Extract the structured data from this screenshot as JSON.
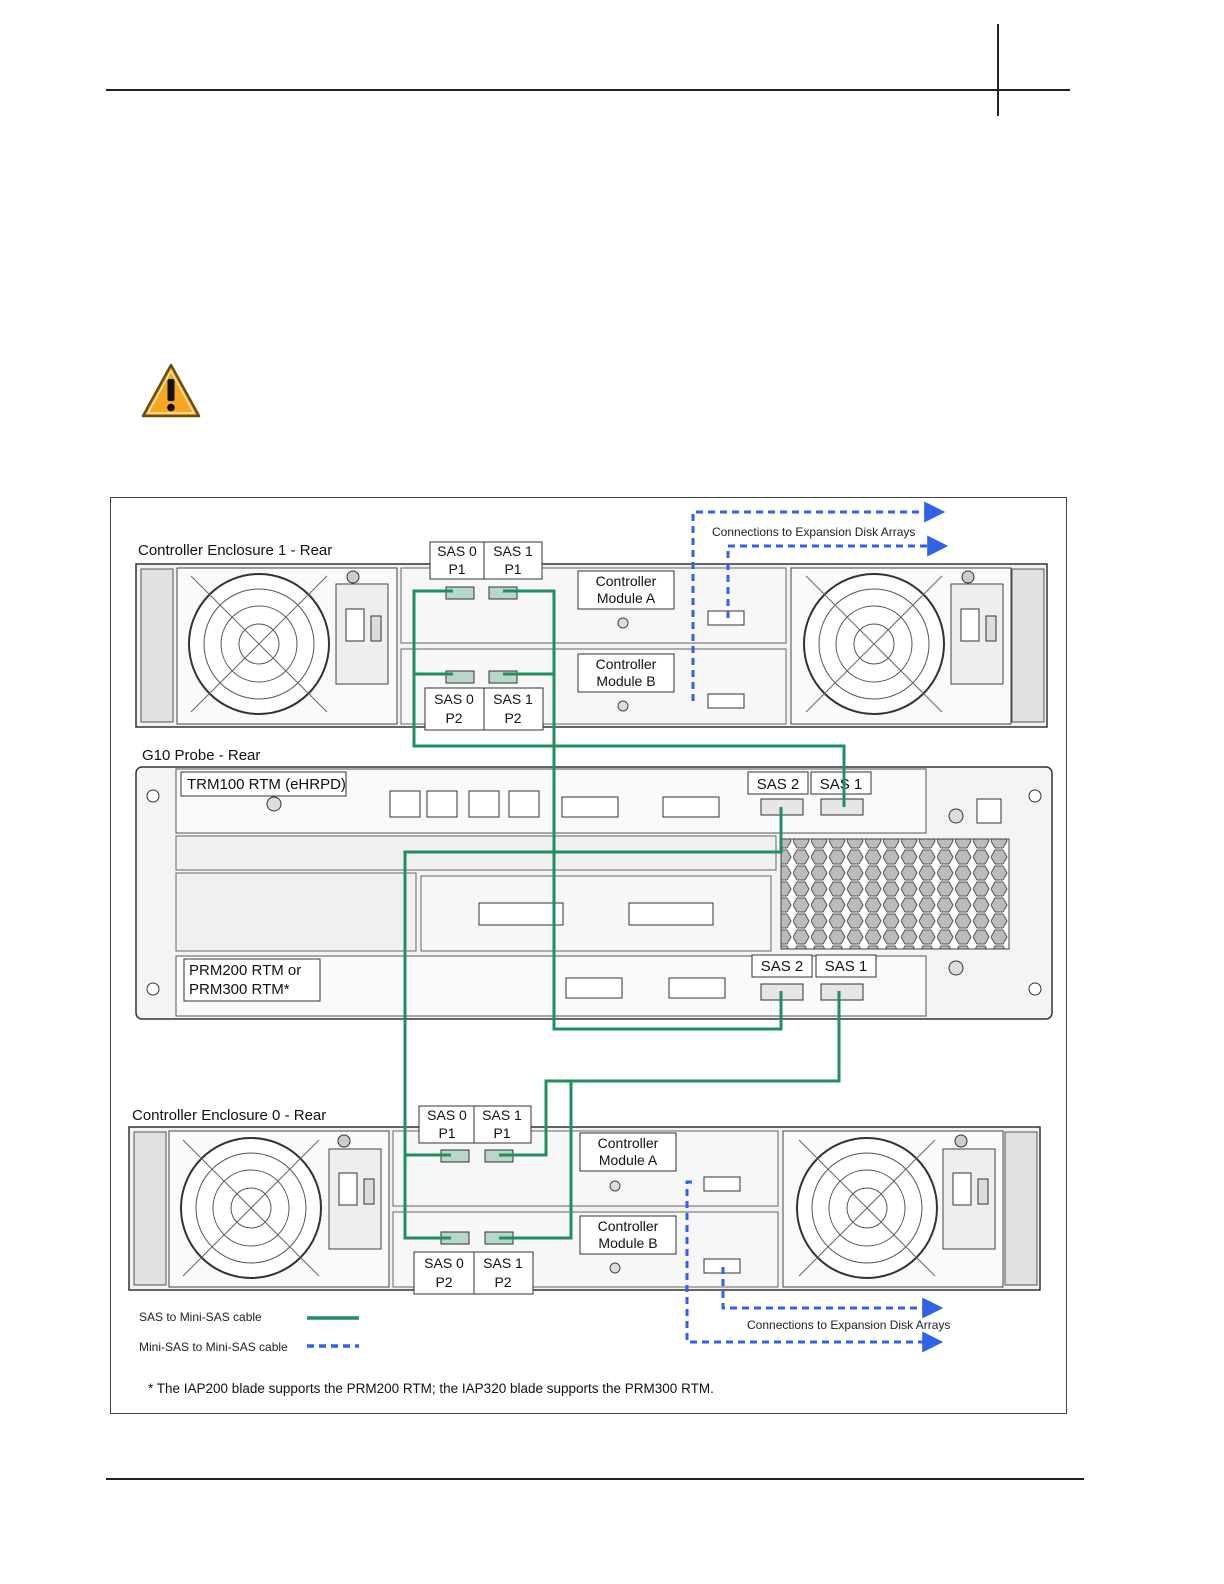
{
  "figure": {
    "enclosure1_title": "Controller Enclosure 1 - Rear",
    "enclosure0_title": "Controller Enclosure 0 - Rear",
    "probe_title": "G10 Probe - Rear",
    "trm_label": "TRM100 RTM (eHRPD)",
    "prm_label_line1": "PRM200 RTM or",
    "prm_label_line2": "PRM300 RTM*",
    "controller_a_line1": "Controller",
    "controller_a_line2": "Module A",
    "controller_b_line1": "Controller",
    "controller_b_line2": "Module B",
    "sas0": "SAS 0",
    "sas1": "SAS 1",
    "sas2": "SAS 2",
    "p1": "P1",
    "p2": "P2",
    "expansion_top": "Connections to Expansion Disk Arrays",
    "expansion_bottom": "Connections to Expansion Disk Arrays",
    "legend_sas": "SAS to Mini-SAS cable",
    "legend_minisas": "Mini-SAS to Mini-SAS cable",
    "footnote": "*  The IAP200 blade supports the PRM200 RTM; the IAP320 blade supports the PRM300 RTM."
  },
  "colors": {
    "sas_cable": "#1f8f5f",
    "minisas_cable": "#2f62e6",
    "warning_fill": "#f5a623"
  }
}
